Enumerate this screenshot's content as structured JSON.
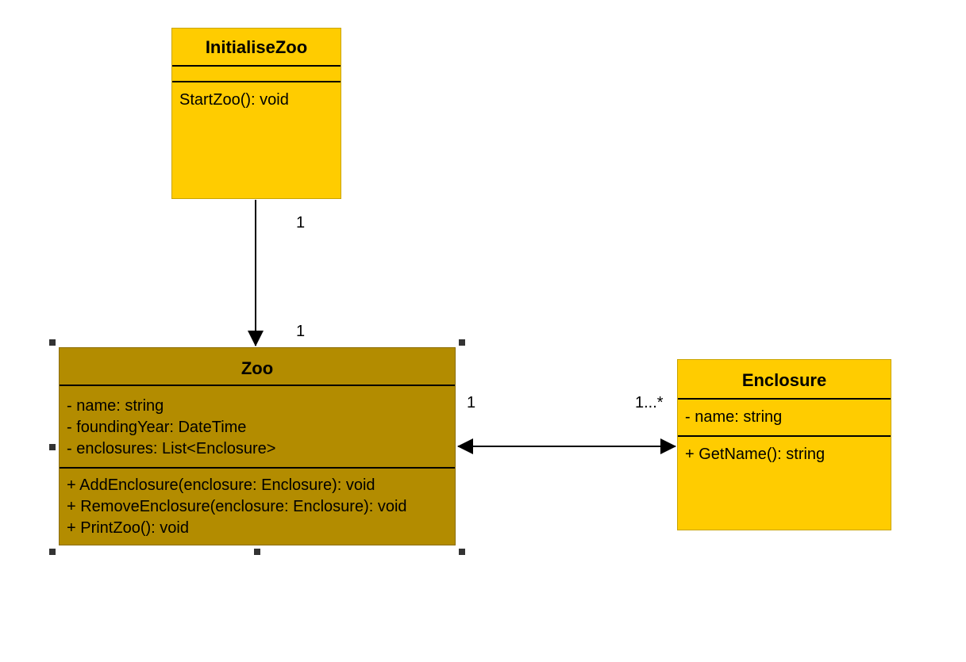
{
  "diagram": {
    "classes": [
      {
        "id": "initialise-zoo",
        "name": "InitialiseZoo",
        "attributes": [],
        "methods": [
          "StartZoo(): void"
        ]
      },
      {
        "id": "zoo",
        "name": "Zoo",
        "attributes": [
          "- name: string",
          "- foundingYear: DateTime",
          "- enclosures: List<Enclosure>"
        ],
        "methods": [
          "+ AddEnclosure(enclosure: Enclosure): void",
          "+ RemoveEnclosure(enclosure: Enclosure): void",
          "+ PrintZoo(): void"
        ]
      },
      {
        "id": "enclosure",
        "name": "Enclosure",
        "attributes": [
          "- name: string"
        ],
        "methods": [
          "+ GetName(): string"
        ]
      }
    ],
    "associations": [
      {
        "from": "InitialiseZoo",
        "to": "Zoo",
        "from_multiplicity": "1",
        "to_multiplicity": "1",
        "arrow": "to"
      },
      {
        "from": "Zoo",
        "to": "Enclosure",
        "from_multiplicity": "1",
        "to_multiplicity": "1...*",
        "arrow": "both"
      }
    ],
    "selected_class": "Zoo"
  },
  "colors": {
    "class_fill": "#ffcc00",
    "selected_fill": "#b38c00",
    "line": "#000000"
  }
}
